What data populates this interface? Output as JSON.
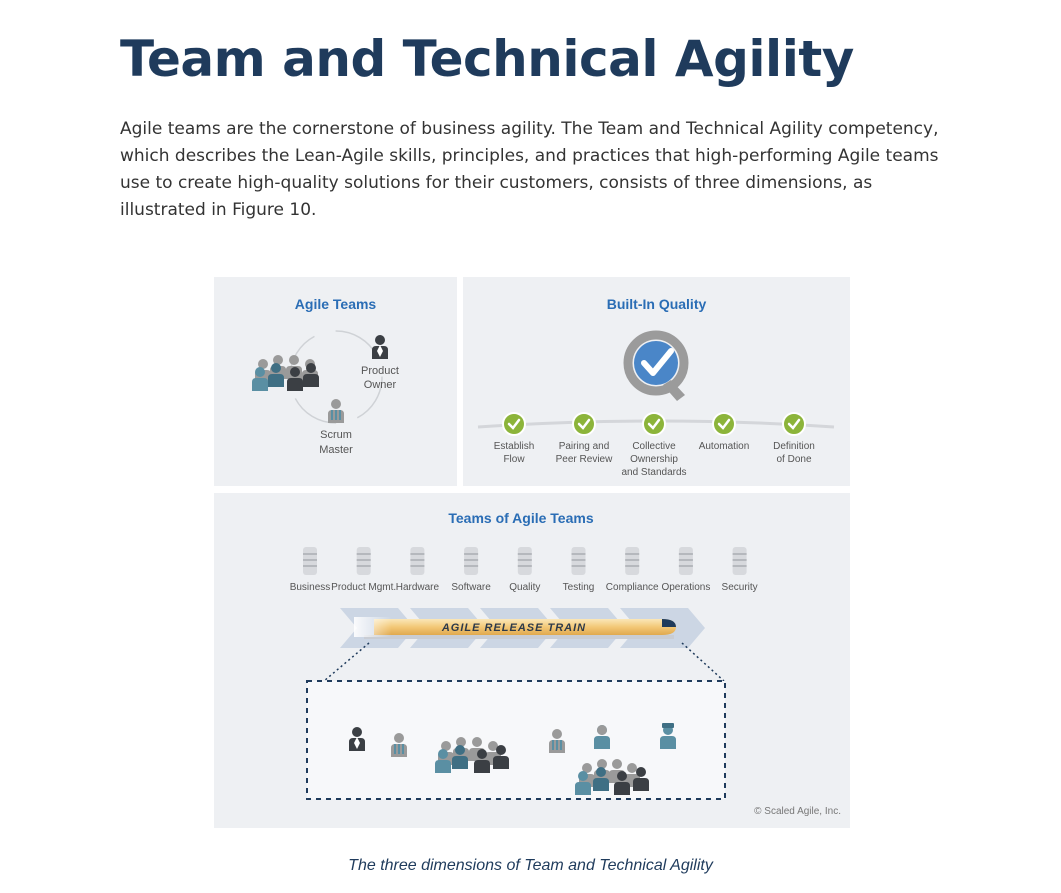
{
  "page": {
    "title": "Team and Technical Agility",
    "intro": "Agile teams are the cornerstone of business agility. The Team and Technical Agility competency, which describes the Lean-Agile skills, principles, and practices that high-performing Agile teams use to create high-quality solutions for their customers, consists of three dimensions, as illustrated in Figure 10.",
    "caption": "The three dimensions of Team and Technical Agility"
  },
  "figure": {
    "agile_teams": {
      "title": "Agile Teams",
      "product_owner": [
        "Product",
        "Owner"
      ],
      "scrum_master": [
        "Scrum",
        "Master"
      ]
    },
    "built_in_quality": {
      "title": "Built-In Quality",
      "practices": [
        {
          "lines": [
            "Establish",
            "Flow"
          ]
        },
        {
          "lines": [
            "Pairing and",
            "Peer Review"
          ]
        },
        {
          "lines": [
            "Collective",
            "Ownership",
            "and Standards"
          ]
        },
        {
          "lines": [
            "Automation"
          ]
        },
        {
          "lines": [
            "Definition",
            "of Done"
          ]
        }
      ]
    },
    "teams_of_teams": {
      "title": "Teams of Agile Teams",
      "disciplines": [
        "Business",
        "Product Mgmt.",
        "Hardware",
        "Software",
        "Quality",
        "Testing",
        "Compliance",
        "Operations",
        "Security"
      ],
      "train_label": "AGILE RELEASE TRAIN"
    },
    "copyright": "© Scaled Agile, Inc."
  },
  "colors": {
    "title": "#1f3b5c",
    "accent_blue": "#2a6db5",
    "check_green": "#8cb43a",
    "panel_bg": "#eef0f3",
    "teal": "#5a8fa3",
    "person_gray": "#9a9a9a",
    "person_dark": "#3b3f44"
  }
}
